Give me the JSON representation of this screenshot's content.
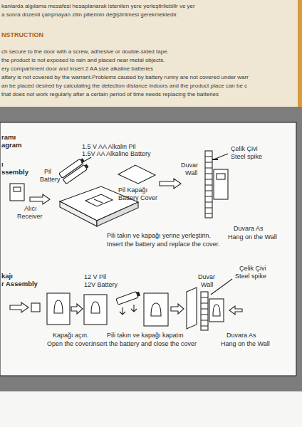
{
  "diagram": {
    "labels": [
      "kanlarda algılama mesafesi hesaplanarak istenilen yere yerleştirilebilir ve yer",
      "a sonra düzenli çalışmayan zilin pillerinin değiştirilmesi gerekmektedir.",
      "NSTRUCTION",
      "ch secure to the door with a screw, adhesive or double-sided tape.",
      "the product is not exposed to rain and placed near metal objects.",
      "ery compartment door and insert 2 AA size alkaline batteries",
      "attery is not covered by the warrant.Problems caused by battery runny are not covered under warr",
      "an be placed desired by calculating the detection distance indoors and the product place can be c",
      "that does not work regularly after a certain period of time needs replacing the batteries",
      "ramı",
      "agram",
      "1.5 V AA Alkalin Pil",
      "1.5V AA Alkaline Battery",
      "Çelik Çivi",
      "Steel spike",
      "ı",
      "ssembly",
      "Duvar",
      "Wall",
      "Pil",
      "Battery",
      "Pil Kapağı",
      "Battery Cover",
      "Alıcı",
      "Receiver",
      "Duvara As",
      "Hang on the Wall",
      "Pili takın ve kapağı yerine yerleştirin.",
      "Insert the battery and replace the cover.",
      "Çelik Çivi",
      "kajı",
      "12 V Pil",
      "Duvar",
      "Steel spike",
      "r Assembly",
      "12V Battery",
      "Wall",
      "Kapağı açın.",
      "Open the cover.",
      "Pili takın ve kapağı kapatın",
      "Insert the battery and close the cover",
      "Duvara As",
      "Hang on the Wall"
    ]
  }
}
